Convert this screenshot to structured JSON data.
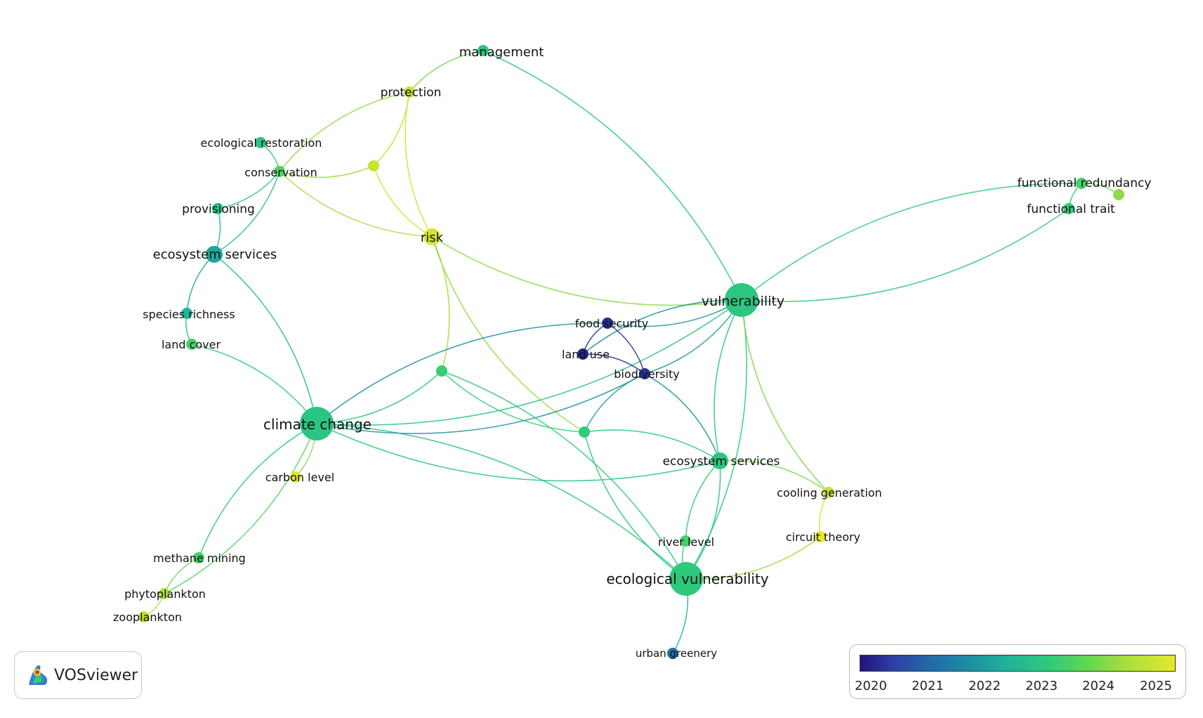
{
  "colors": {
    "y2020": "#23147d",
    "y2021": "#2369a8",
    "y2022": "#1fb39a",
    "y2023": "#2ecb79",
    "y2024": "#a9df3a",
    "y2025": "#e7e82a"
  },
  "nodes": [
    {
      "id": "management",
      "label": "management",
      "year": 2022.8,
      "size": "small"
    },
    {
      "id": "protection",
      "label": "protection",
      "year": 2024.4,
      "size": "small"
    },
    {
      "id": "ecological_restoration",
      "label": "ecological restoration",
      "year": 2022.7,
      "size": "small"
    },
    {
      "id": "conservation",
      "label": "conservation",
      "year": 2023.3,
      "size": "small"
    },
    {
      "id": "unlabeled_yellow",
      "label": "",
      "year": 2024.5,
      "size": "small"
    },
    {
      "id": "provisioning",
      "label": "provisioning",
      "year": 2022.8,
      "size": "small"
    },
    {
      "id": "risk",
      "label": "risk",
      "year": 2024.7,
      "size": "medium"
    },
    {
      "id": "ecosystem_services_a",
      "label": "ecosystem services",
      "year": 2021.8,
      "size": "medium"
    },
    {
      "id": "species_richness",
      "label": "species richness",
      "year": 2022.0,
      "size": "small"
    },
    {
      "id": "land_cover",
      "label": "land cover",
      "year": 2023.2,
      "size": "small"
    },
    {
      "id": "vulnerability",
      "label": "vulnerability",
      "year": 2022.8,
      "size": "large"
    },
    {
      "id": "food_security",
      "label": "food security",
      "year": 2020.3,
      "size": "small"
    },
    {
      "id": "land_use",
      "label": "land use",
      "year": 2020.2,
      "size": "small"
    },
    {
      "id": "biodiversity",
      "label": "biodiversity",
      "year": 2020.4,
      "size": "small"
    },
    {
      "id": "functional_redundancy",
      "label": "functional redundancy",
      "year": 2023.2,
      "size": "small"
    },
    {
      "id": "unlabeled_lime",
      "label": "",
      "year": 2023.8,
      "size": "small"
    },
    {
      "id": "functional_trait",
      "label": "functional trait",
      "year": 2023.0,
      "size": "small"
    },
    {
      "id": "unlabeled_green_mid",
      "label": "",
      "year": 2023.1,
      "size": "small"
    },
    {
      "id": "unlabeled_green_low",
      "label": "",
      "year": 2023.0,
      "size": "small"
    },
    {
      "id": "climate_change",
      "label": "climate change",
      "year": 2022.7,
      "size": "large"
    },
    {
      "id": "carbon_level",
      "label": "carbon level",
      "year": 2024.9,
      "size": "small"
    },
    {
      "id": "ecosystem_services_b",
      "label": "ecosystem services",
      "year": 2022.8,
      "size": "medium"
    },
    {
      "id": "cooling_generation",
      "label": "cooling generation",
      "year": 2024.5,
      "size": "small"
    },
    {
      "id": "circuit_theory",
      "label": "circuit theory",
      "year": 2024.9,
      "size": "small"
    },
    {
      "id": "river_level",
      "label": "river level",
      "year": 2023.2,
      "size": "small"
    },
    {
      "id": "ecological_vulnerability",
      "label": "ecological vulnerability",
      "year": 2022.9,
      "size": "large"
    },
    {
      "id": "urban_greenery",
      "label": "urban greenery",
      "year": 2021.1,
      "size": "small"
    },
    {
      "id": "methane_mining",
      "label": "methane mining",
      "year": 2023.2,
      "size": "small"
    },
    {
      "id": "phytoplankton",
      "label": "phytoplankton",
      "year": 2024.0,
      "size": "small"
    },
    {
      "id": "zooplankton",
      "label": "zooplankton",
      "year": 2024.3,
      "size": "small"
    }
  ],
  "links": [
    [
      "management",
      "protection"
    ],
    [
      "management",
      "vulnerability"
    ],
    [
      "protection",
      "conservation"
    ],
    [
      "protection",
      "unlabeled_yellow"
    ],
    [
      "protection",
      "risk"
    ],
    [
      "ecological_restoration",
      "conservation"
    ],
    [
      "conservation",
      "unlabeled_yellow"
    ],
    [
      "conservation",
      "provisioning"
    ],
    [
      "conservation",
      "risk"
    ],
    [
      "conservation",
      "ecosystem_services_a"
    ],
    [
      "unlabeled_yellow",
      "risk"
    ],
    [
      "provisioning",
      "ecosystem_services_a"
    ],
    [
      "ecosystem_services_a",
      "species_richness"
    ],
    [
      "ecosystem_services_a",
      "climate_change"
    ],
    [
      "species_richness",
      "land_cover"
    ],
    [
      "land_cover",
      "climate_change"
    ],
    [
      "risk",
      "vulnerability"
    ],
    [
      "risk",
      "unlabeled_green_mid"
    ],
    [
      "risk",
      "unlabeled_green_low"
    ],
    [
      "vulnerability",
      "functional_redundancy"
    ],
    [
      "vulnerability",
      "functional_trait"
    ],
    [
      "vulnerability",
      "food_security"
    ],
    [
      "vulnerability",
      "land_use"
    ],
    [
      "vulnerability",
      "biodiversity"
    ],
    [
      "vulnerability",
      "ecosystem_services_b"
    ],
    [
      "vulnerability",
      "ecological_vulnerability"
    ],
    [
      "vulnerability",
      "cooling_generation"
    ],
    [
      "vulnerability",
      "climate_change"
    ],
    [
      "functional_redundancy",
      "functional_trait"
    ],
    [
      "functional_redundancy",
      "unlabeled_lime"
    ],
    [
      "food_security",
      "land_use"
    ],
    [
      "food_security",
      "biodiversity"
    ],
    [
      "food_security",
      "climate_change"
    ],
    [
      "land_use",
      "biodiversity"
    ],
    [
      "biodiversity",
      "unlabeled_green_low"
    ],
    [
      "biodiversity",
      "ecosystem_services_b"
    ],
    [
      "climate_change",
      "unlabeled_green_mid"
    ],
    [
      "climate_change",
      "carbon_level"
    ],
    [
      "climate_change",
      "ecosystem_services_b"
    ],
    [
      "climate_change",
      "ecological_vulnerability"
    ],
    [
      "climate_change",
      "methane_mining"
    ],
    [
      "climate_change",
      "phytoplankton"
    ],
    [
      "climate_change",
      "biodiversity"
    ],
    [
      "unlabeled_green_mid",
      "ecological_vulnerability"
    ],
    [
      "unlabeled_green_mid",
      "unlabeled_green_low"
    ],
    [
      "unlabeled_green_low",
      "ecosystem_services_b"
    ],
    [
      "unlabeled_green_low",
      "ecological_vulnerability"
    ],
    [
      "ecosystem_services_b",
      "cooling_generation"
    ],
    [
      "ecosystem_services_b",
      "river_level"
    ],
    [
      "ecosystem_services_b",
      "ecological_vulnerability"
    ],
    [
      "cooling_generation",
      "circuit_theory"
    ],
    [
      "circuit_theory",
      "ecological_vulnerability"
    ],
    [
      "river_level",
      "ecological_vulnerability"
    ],
    [
      "ecological_vulnerability",
      "urban_greenery"
    ],
    [
      "methane_mining",
      "phytoplankton"
    ],
    [
      "phytoplankton",
      "zooplankton"
    ]
  ],
  "legend": {
    "ticks": [
      "2020",
      "2021",
      "2022",
      "2023",
      "2024",
      "2025"
    ]
  },
  "branding": {
    "name": "VOSviewer"
  }
}
